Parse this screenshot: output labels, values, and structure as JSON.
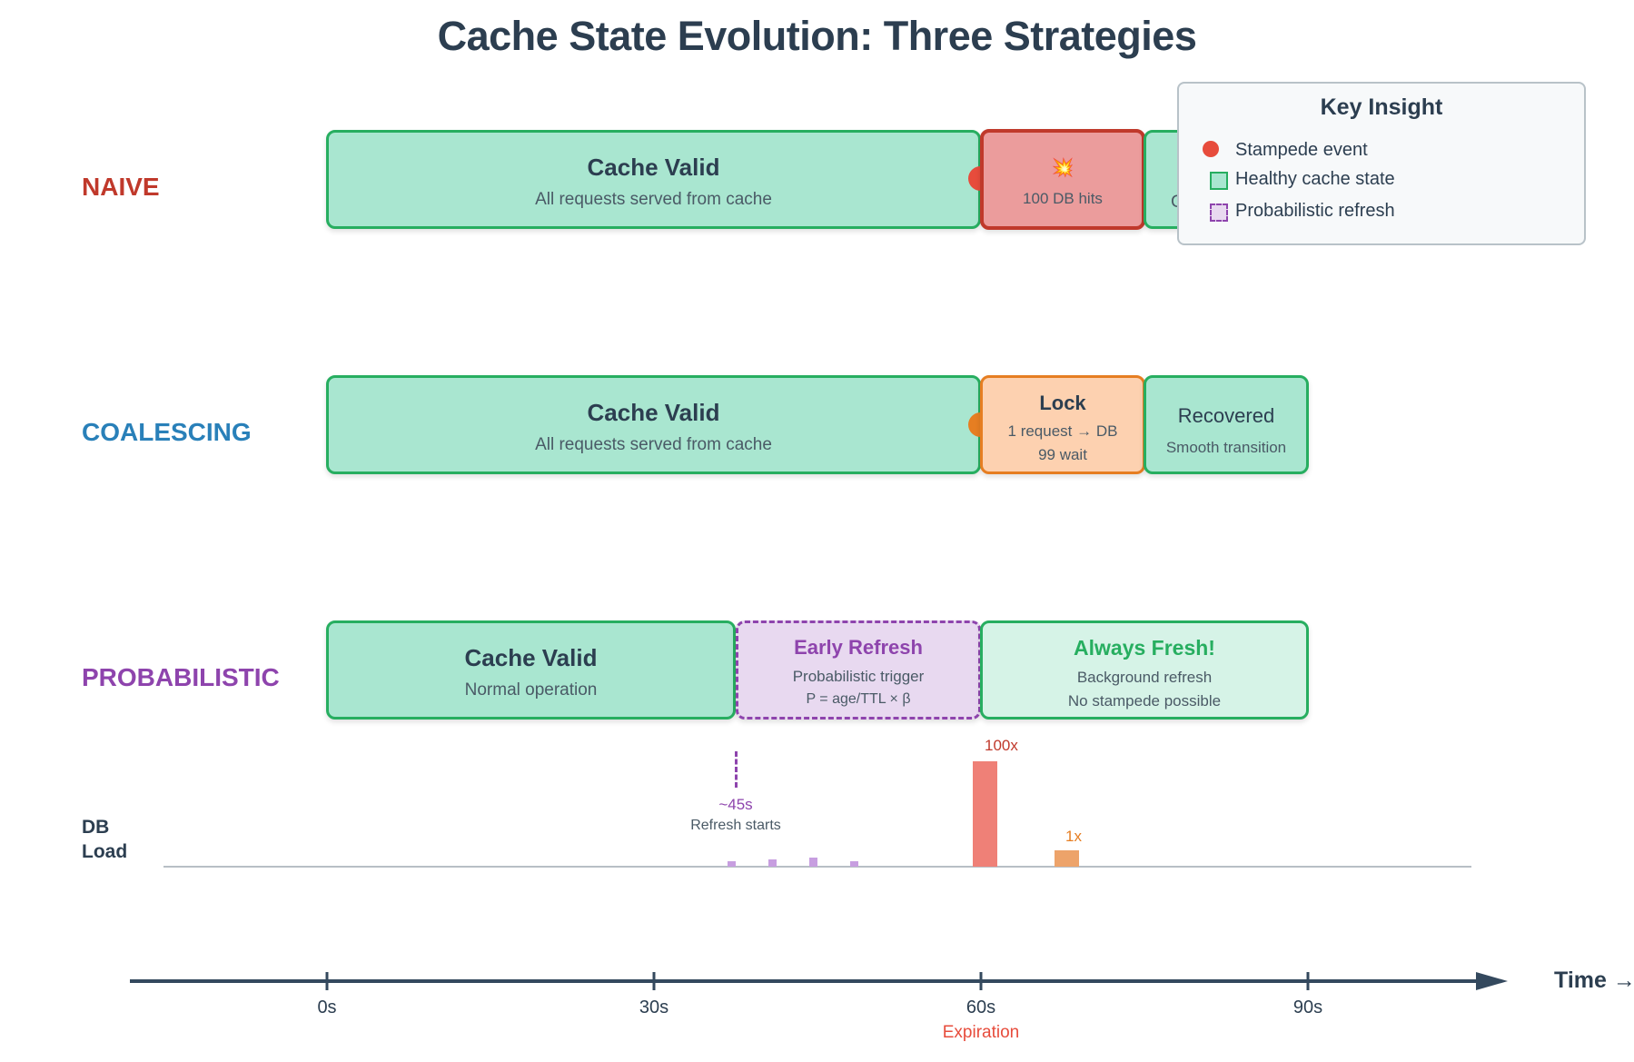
{
  "title": "Cache State Evolution: Three Strategies",
  "colors": {
    "valid_fill": "#a9e6d0",
    "valid_border": "#27ae60",
    "stampede_fill": "#eb9c9c",
    "stampede_border": "#c0392b",
    "lock_fill": "#fdd1b0",
    "lock_border": "#e67e22",
    "early_fill": "#e8d9f0",
    "early_border": "#8e44ad",
    "fresh_fill": "#d6f3e7",
    "naive_label": "#c0392b",
    "coalescing_label": "#2980b9",
    "probabilistic_label": "#8e44ad",
    "axis": "#34495e"
  },
  "rows": {
    "naive": {
      "label": "NAIVE",
      "valid": {
        "title": "Cache Valid",
        "sub": "All requests served from cache"
      },
      "stampede": {
        "icon": "💥",
        "sub": "100 DB hits"
      },
      "after": {
        "sub": "C"
      }
    },
    "coalescing": {
      "label": "COALESCING",
      "valid": {
        "title": "Cache Valid",
        "sub": "All requests served from cache"
      },
      "lock": {
        "title": "Lock",
        "sub1": "1 request → DB",
        "sub2": "99 wait"
      },
      "recovered": {
        "title": "Recovered",
        "sub": "Smooth transition"
      }
    },
    "probabilistic": {
      "label": "PROBABILISTIC",
      "valid": {
        "title": "Cache Valid",
        "sub": "Normal operation"
      },
      "early": {
        "title": "Early Refresh",
        "sub1": "Probabilistic trigger",
        "sub2": "P = age/TTL × β"
      },
      "fresh": {
        "title": "Always Fresh!",
        "sub1": "Background refresh",
        "sub2": "No stampede possible"
      }
    }
  },
  "legend": {
    "title": "Key Insight",
    "items": [
      {
        "icon": "red-dot-icon",
        "label": "Stampede event"
      },
      {
        "icon": "green-square-icon",
        "label": "Healthy cache state"
      },
      {
        "icon": "dashed-purple-square-icon",
        "label": "Probabilistic refresh"
      }
    ]
  },
  "db_load": {
    "label_line1": "DB",
    "label_line2": "Load",
    "refresh_marker": {
      "time": "~45s",
      "caption": "Refresh starts"
    },
    "small_bars_seconds": [
      37.5,
      41.25,
      45,
      48.75
    ],
    "spike": {
      "label": "100x",
      "value": 100
    },
    "lock_bar": {
      "label": "1x",
      "value": 1
    }
  },
  "axis": {
    "title": "Time →",
    "ticks": [
      "0s",
      "30s",
      "60s",
      "90s"
    ],
    "expiration_label": "Expiration"
  }
}
